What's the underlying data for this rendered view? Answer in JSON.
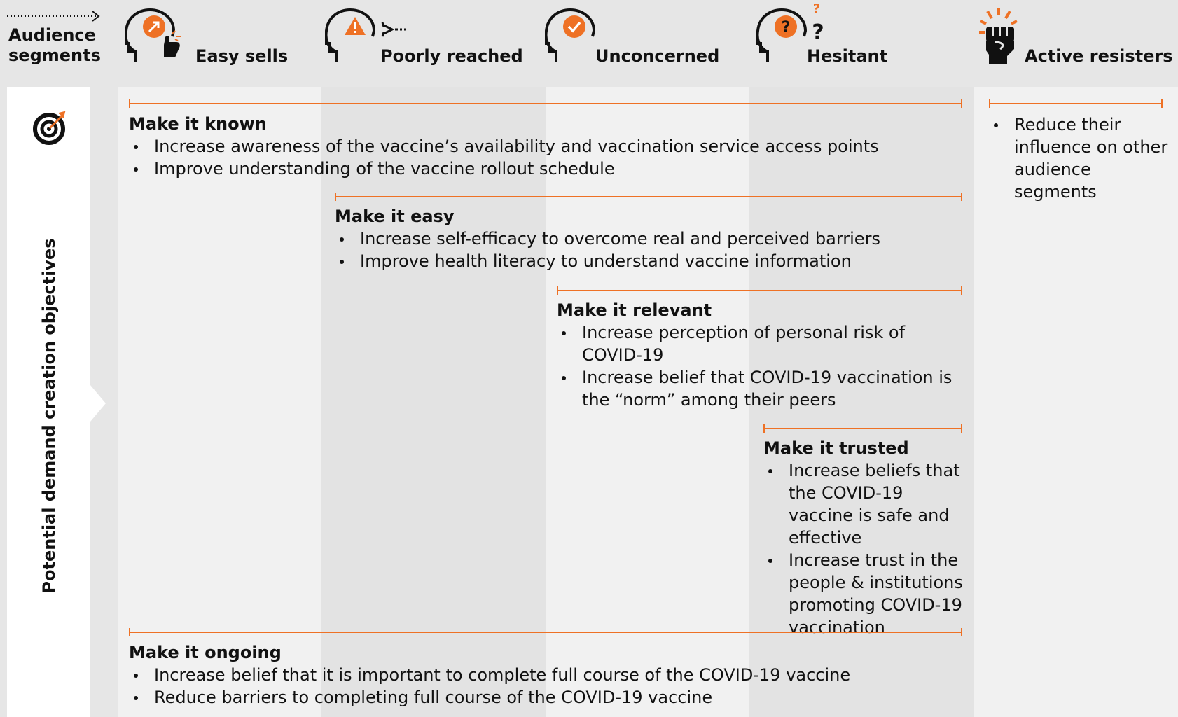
{
  "header": {
    "title_line1": "Audience",
    "title_line2": "segments"
  },
  "segments": [
    {
      "label": "Easy sells",
      "icon": "head-arrow-pointer-icon"
    },
    {
      "label": "Poorly reached",
      "icon": "head-warning-signal-icon"
    },
    {
      "label": "Unconcerned",
      "icon": "head-check-icon"
    },
    {
      "label": "Hesitant",
      "icon": "head-question-icon"
    },
    {
      "label": "Active resisters",
      "icon": "raised-fist-icon"
    }
  ],
  "side_label": "Potential demand creation objectives",
  "objectives": [
    {
      "title": "Make it known",
      "bullets": [
        "Increase awareness of the vaccine’s availability and vaccination service access points",
        "Improve understanding of the vaccine rollout schedule"
      ]
    },
    {
      "title": "Make it easy",
      "bullets": [
        "Increase self-efficacy to overcome real and perceived barriers",
        "Improve health literacy to understand vaccine information"
      ]
    },
    {
      "title": "Make it relevant",
      "bullets": [
        "Increase perception of personal risk of COVID-19",
        "Increase belief that COVID-19 vaccination is the “norm” among their peers"
      ]
    },
    {
      "title": "Make it trusted",
      "bullets": [
        "Increase beliefs that the COVID-19 vaccine is safe and effective",
        "Increase trust in the people & institutions promoting COVID-19 vaccination"
      ]
    },
    {
      "title": "Make it ongoing",
      "bullets": [
        "Increase belief that it is important to complete full course of the COVID-19 vaccine",
        "Reduce barriers to completing full course of the COVID-19 vaccine"
      ]
    }
  ],
  "resisters": {
    "bullets": [
      "Reduce their influence on other audience segments"
    ]
  },
  "colors": {
    "accent": "#ee7125",
    "text": "#111111"
  }
}
